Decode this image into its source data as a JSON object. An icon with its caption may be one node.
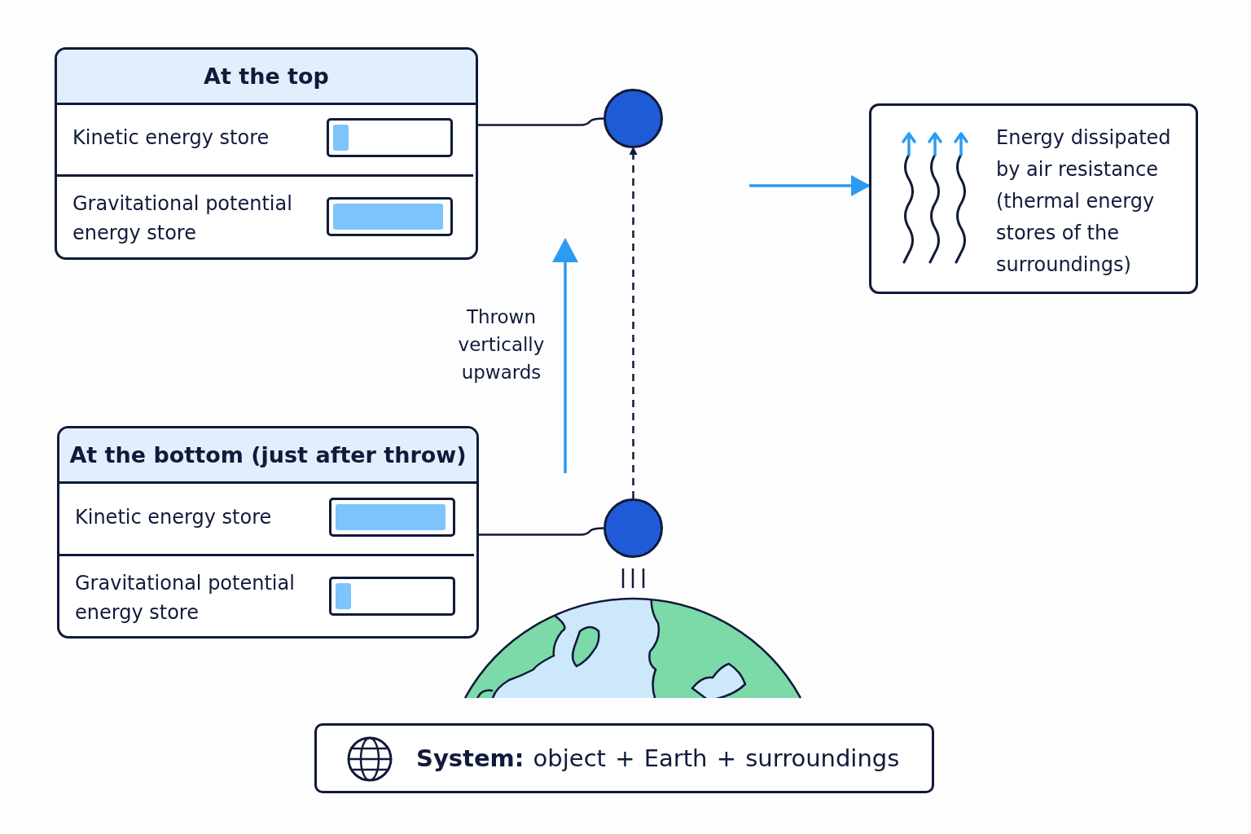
{
  "diagram": {
    "nodes": [
      {
        "text": [
          "At the top"
        ]
      },
      {
        "text": [
          "Kinetic energy store"
        ],
        "in": 0
      },
      {
        "text": [
          "Gravitational potential energy store"
        ],
        "in": 0
      },
      {
        "text": [],
        "shape": "circle"
      },
      {
        "text": [
          "At the bottom (just after throw)"
        ]
      },
      {
        "text": [
          "Kinetic energy store"
        ],
        "in": 4
      },
      {
        "text": [
          "Gravitational potential energy store"
        ],
        "in": 4
      },
      {
        "text": [],
        "shape": "circle"
      },
      {
        "text": [
          "Energy dissipated by air resistance (thermal energy stores of the surroundings)"
        ]
      },
      {
        "text": [
          "**System:** object + Earth + surroundings"
        ]
      }
    ],
    "edges": [
      {
        "from": 0,
        "to": 3,
        "arrow": "none"
      },
      {
        "from": 4,
        "to": 7,
        "arrow": "none"
      },
      {
        "from": 7,
        "to": 3,
        "arrow": "to",
        "style": "dashed"
      },
      {
        "from": null,
        "to": 8,
        "arrow": "to",
        "color": "#2b9cf2"
      }
    ],
    "labels": [
      "Thrown vertically upwards"
    ]
  }
}
